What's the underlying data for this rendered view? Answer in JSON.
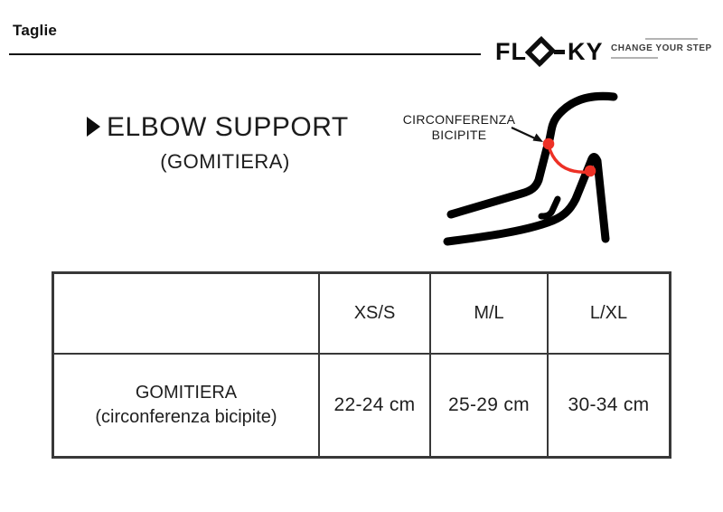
{
  "page": {
    "title": "Taglie"
  },
  "brand": {
    "logo_text_left": "FL",
    "logo_text_right": "KY",
    "logo_icon": "diamond-arrows-icon",
    "tagline": "CHANGE YOUR STEP"
  },
  "product": {
    "marker_icon": "play-triangle-icon",
    "title": "ELBOW SUPPORT",
    "subtitle": "(GOMITIERA)"
  },
  "diagram": {
    "label_line1": "CIRCONFERENZA",
    "label_line2": "BICIPITE",
    "accent_color": "#ed3025",
    "line_color": "#000000"
  },
  "size_table": {
    "columns": [
      "",
      "XS/S",
      "M/L",
      "L/XL"
    ],
    "rows": [
      {
        "label_line1": "GOMITIERA",
        "label_line2": "(circonferenza bicipite)",
        "values": [
          "22-24 cm",
          "25-29 cm",
          "30-34 cm"
        ]
      }
    ]
  }
}
